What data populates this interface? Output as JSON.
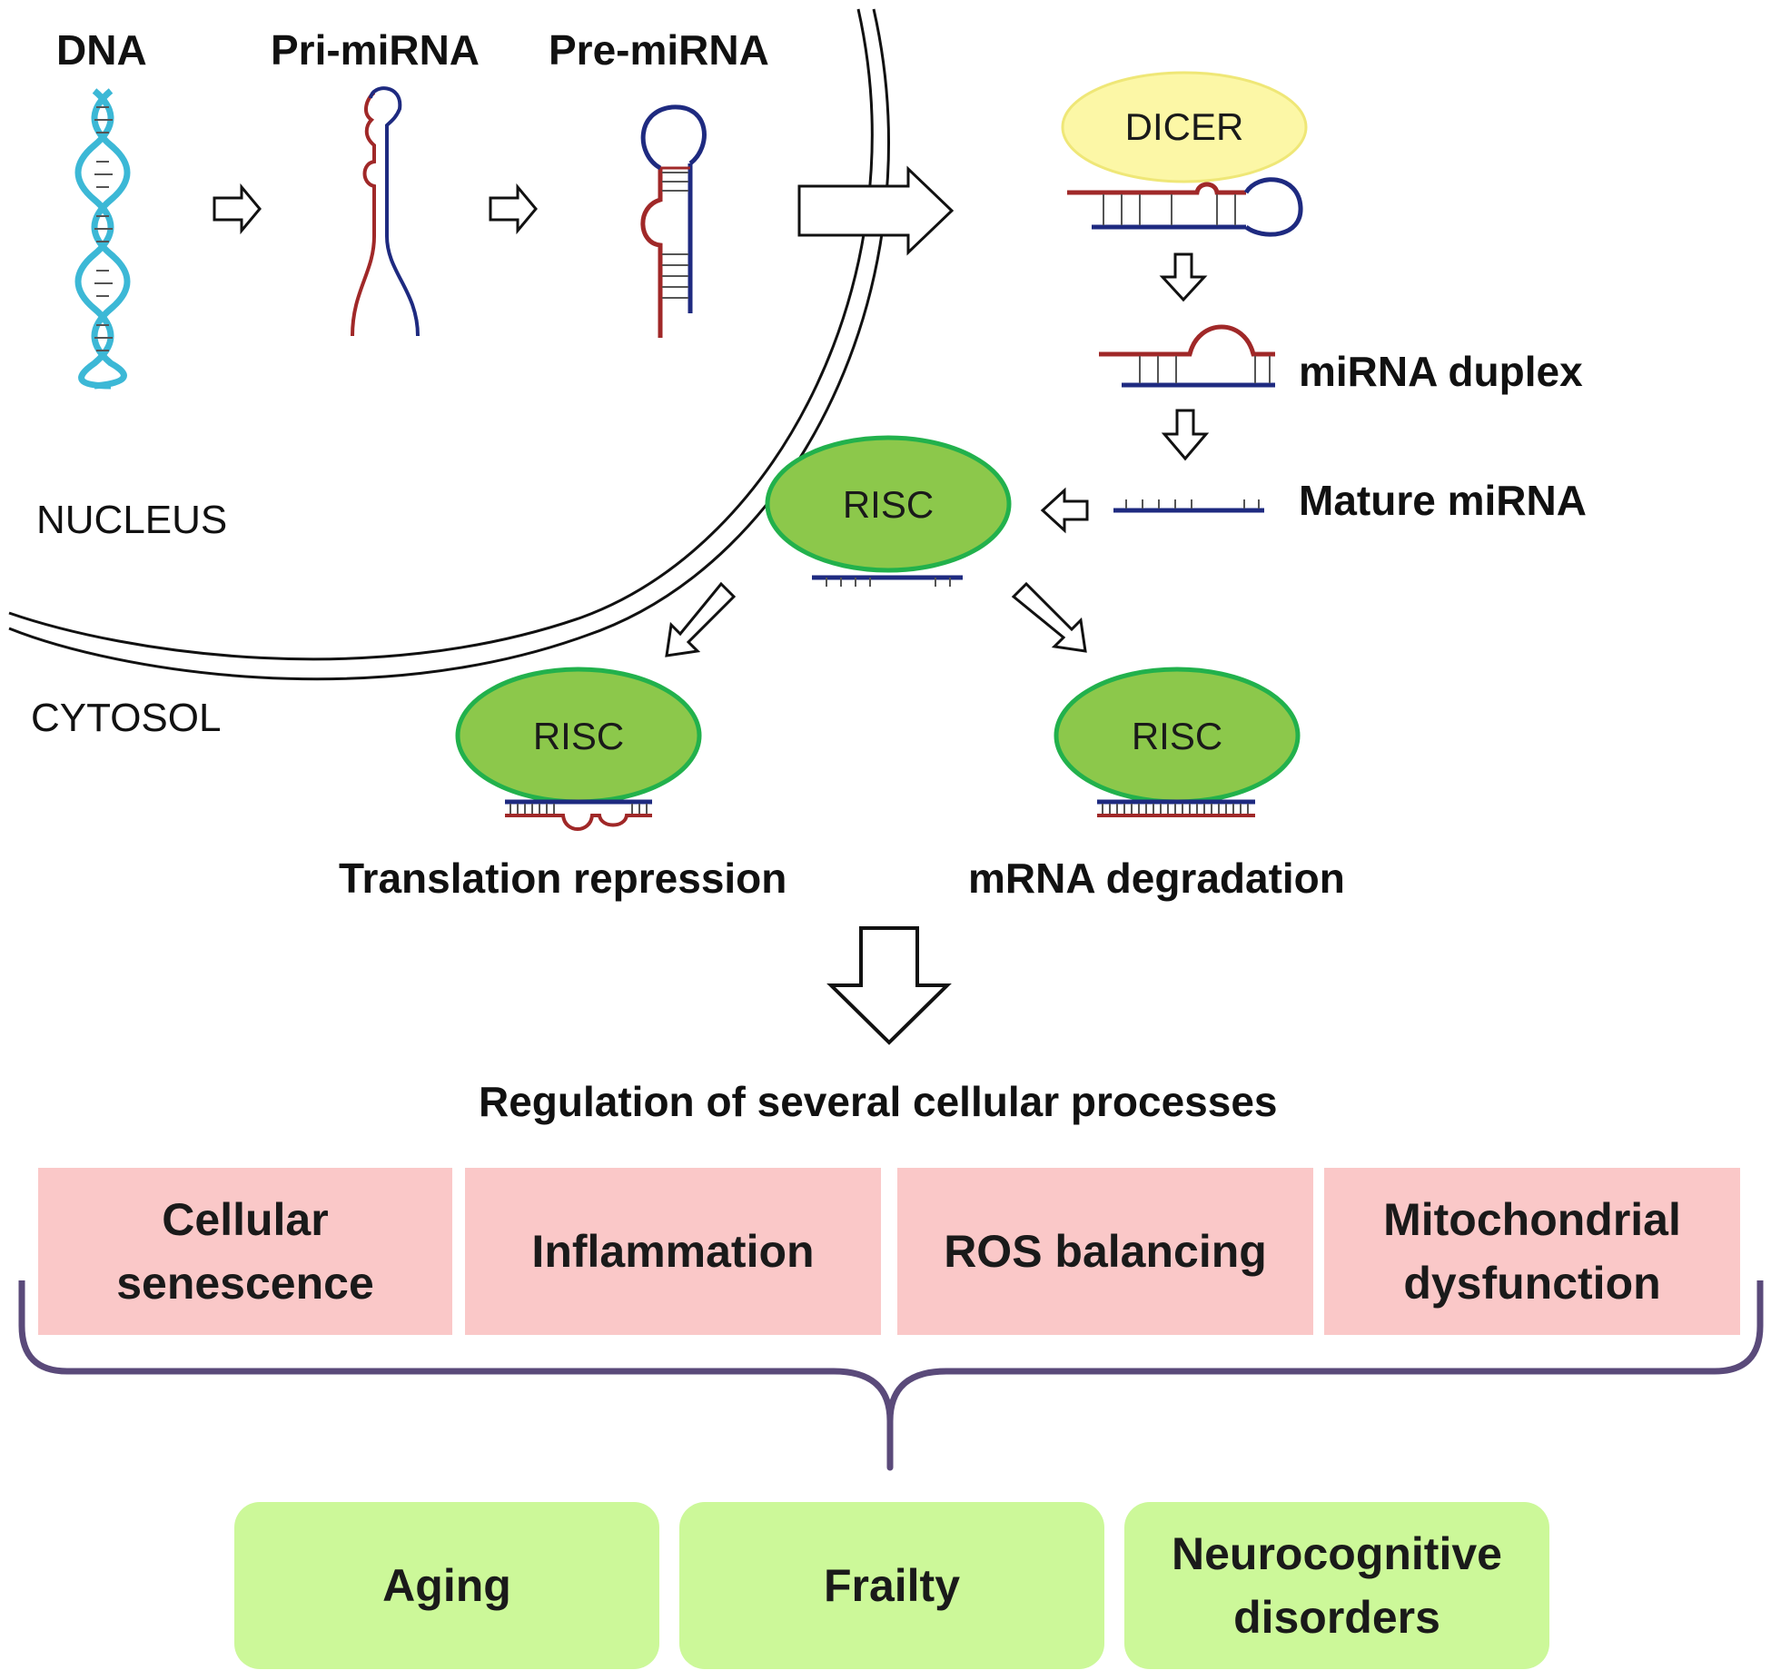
{
  "labels": {
    "dna": "DNA",
    "pri_mirna": "Pri-miRNA",
    "pre_mirna": "Pre-miRNA",
    "dicer": "DICER",
    "mirna_duplex": "miRNA duplex",
    "mature_mirna": "Mature miRNA",
    "risc": "RISC",
    "nucleus": "NUCLEUS",
    "cytosol": "CYTOSOL",
    "translation_repression": "Translation repression",
    "mrna_degradation": "mRNA degradation",
    "regulation": "Regulation of several cellular processes"
  },
  "processes": [
    {
      "line1": "Cellular",
      "line2": "senescence"
    },
    {
      "line1": "Inflammation",
      "line2": ""
    },
    {
      "line1": "ROS balancing",
      "line2": ""
    },
    {
      "line1": "Mitochondrial",
      "line2": "dysfunction"
    }
  ],
  "outcomes": [
    {
      "line1": "Aging",
      "line2": ""
    },
    {
      "line1": "Frailty",
      "line2": ""
    },
    {
      "line1": "Neurocognitive",
      "line2": "disorders"
    }
  ],
  "colors": {
    "dna_strand": "#3cb8d6",
    "rna_red": "#a02828",
    "rna_blue": "#1e2a80",
    "dicer_fill": "#fcf7a6",
    "risc_fill": "#8cc84b",
    "risc_stroke": "#22b14c",
    "process_fill": "#fac8c8",
    "outcome_fill": "#ccf899",
    "bracket": "#5a4a7a"
  }
}
